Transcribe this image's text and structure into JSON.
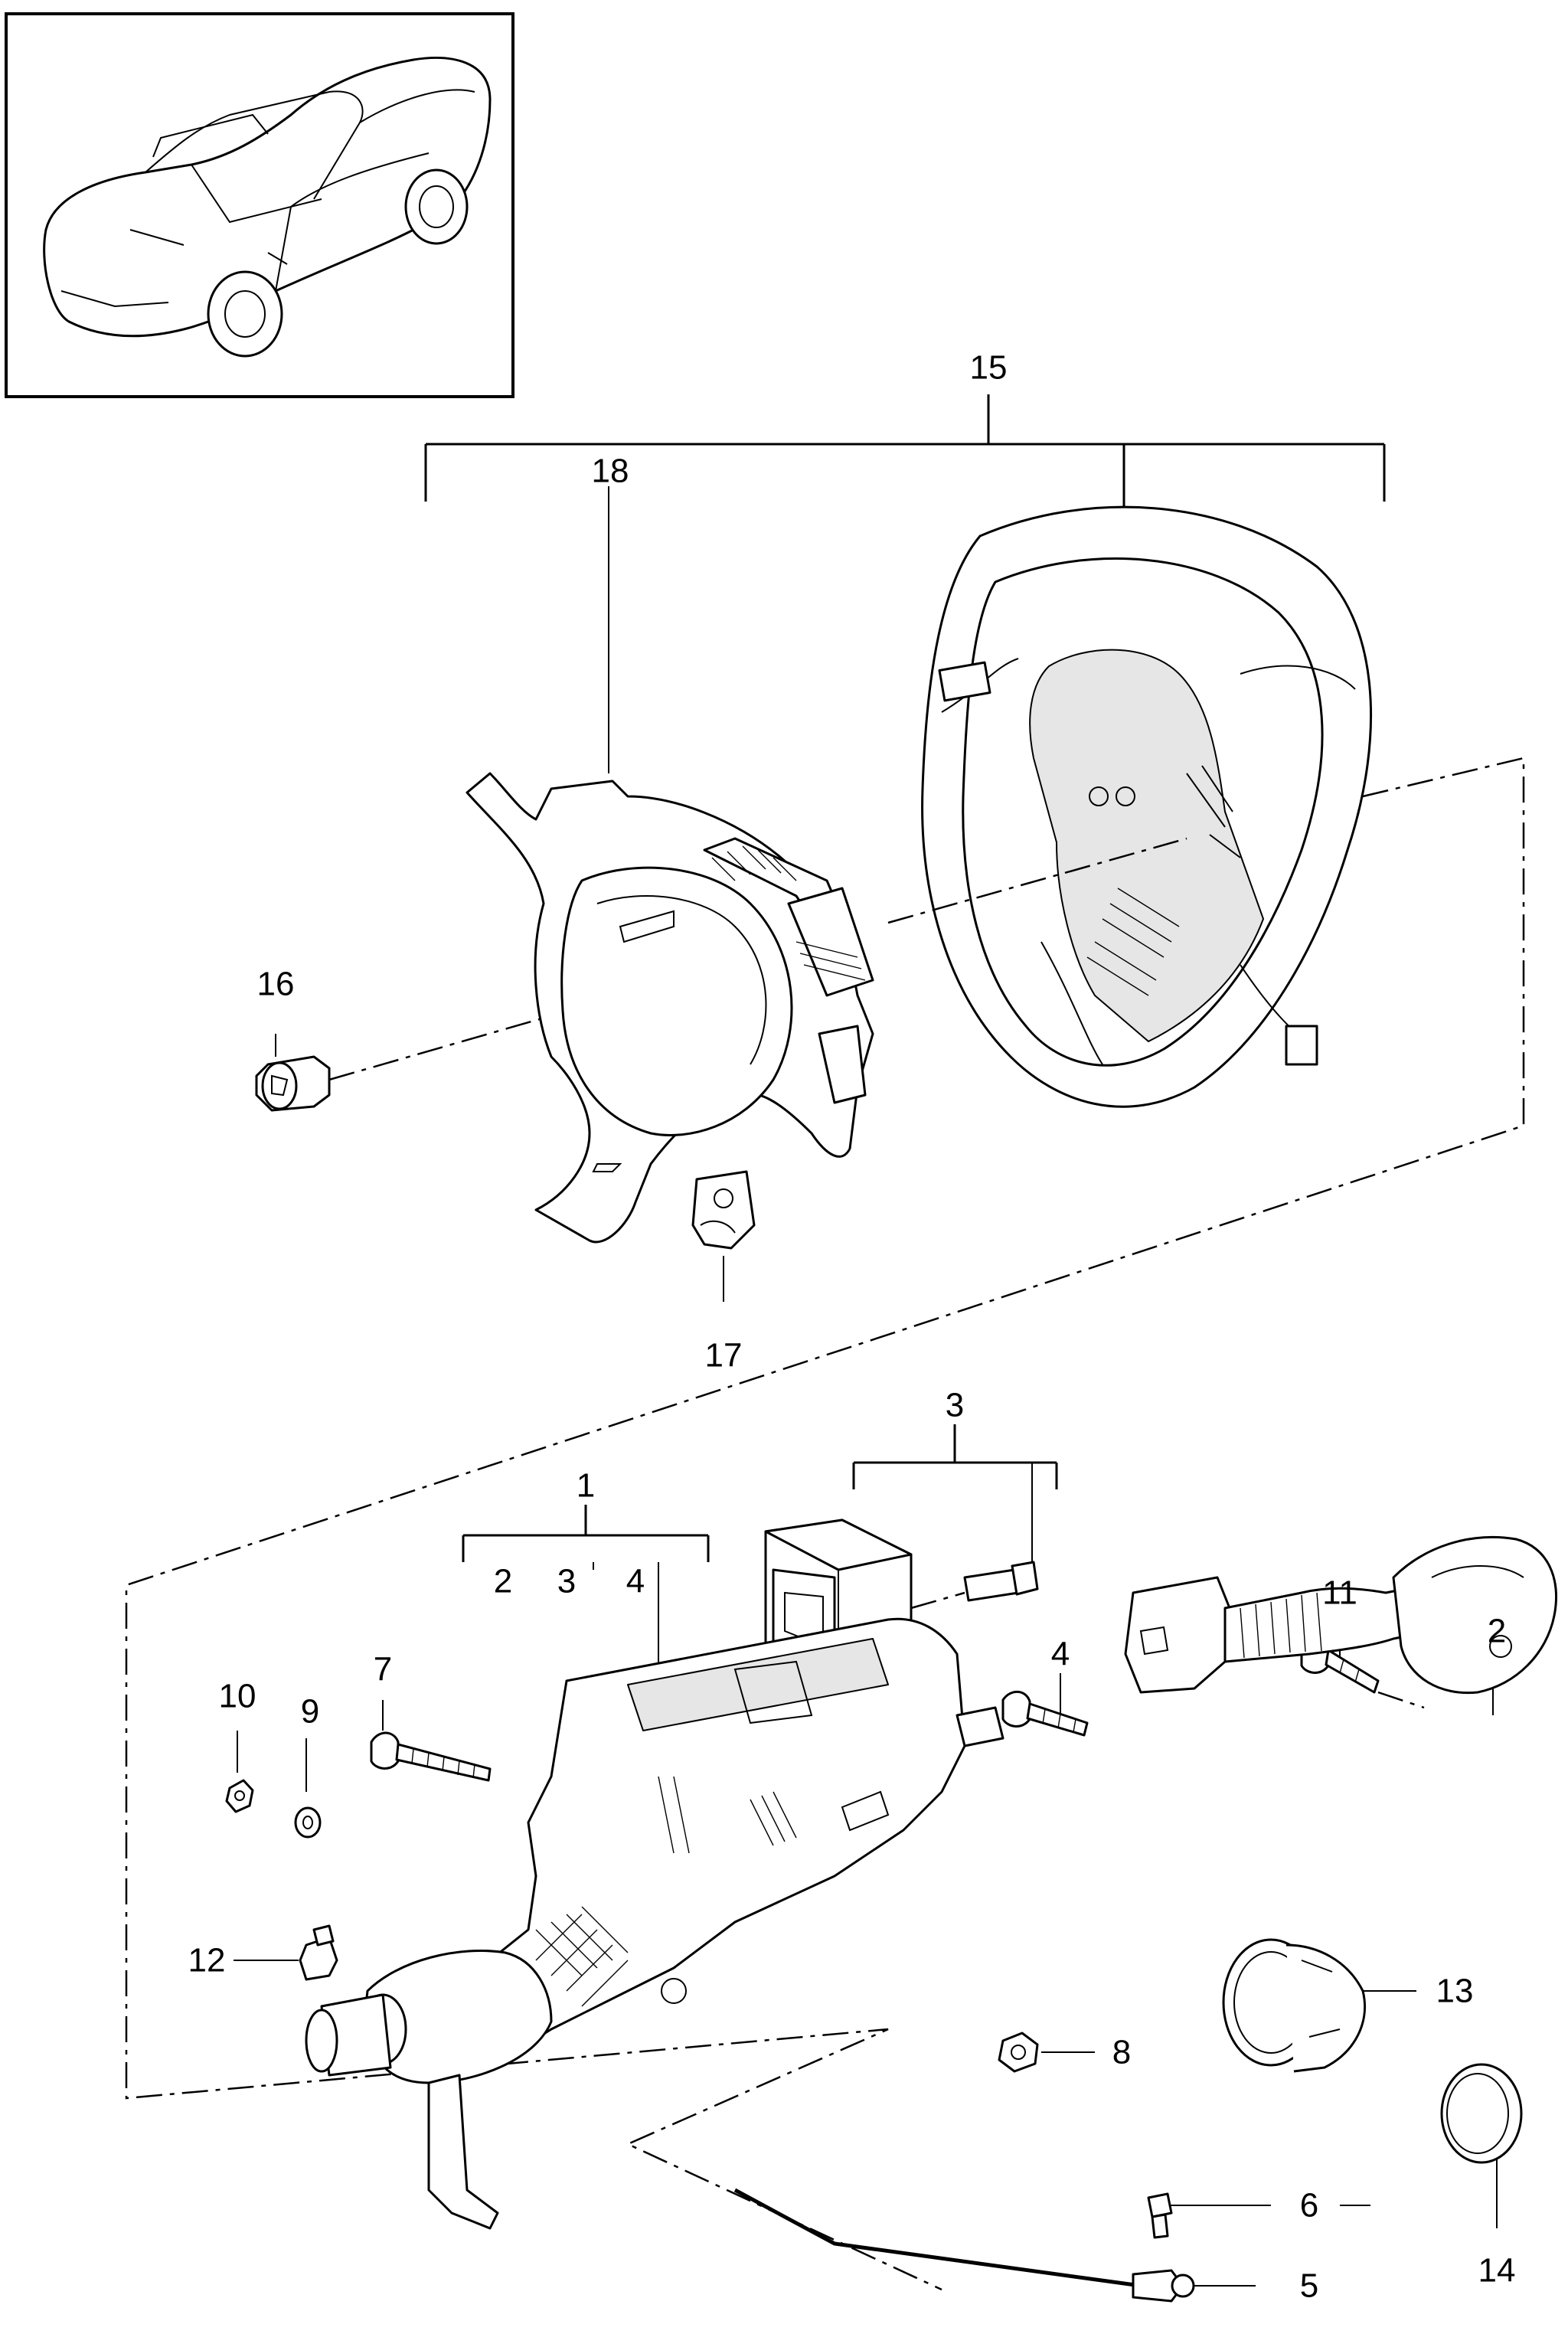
{
  "callouts": {
    "c1": "1",
    "c2_group": "2",
    "c3_group": "3",
    "c4_group": "4",
    "c2": "2",
    "c3": "3",
    "c4": "4",
    "c5": "5",
    "c6": "6",
    "c7": "7",
    "c8": "8",
    "c9": "9",
    "c10": "10",
    "c11": "11",
    "c12": "12",
    "c13": "13",
    "c14": "14",
    "c15": "15",
    "c16": "16",
    "c17": "17",
    "c18": "18"
  },
  "colors": {
    "line": "#000000",
    "background": "#ffffff"
  }
}
